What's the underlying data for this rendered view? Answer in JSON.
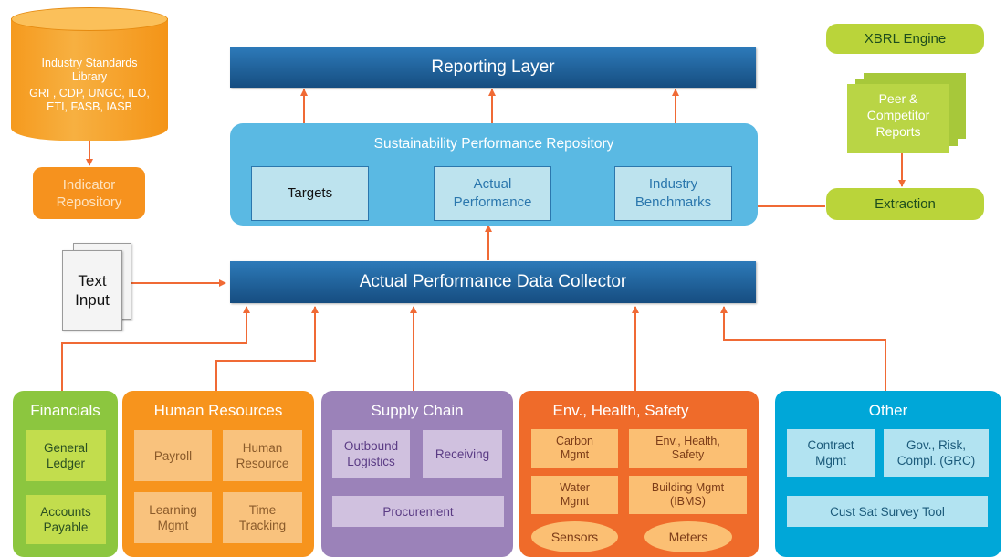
{
  "library": {
    "title": "Industry Standards Library",
    "standards": "GRI , CDP, UNGC, ILO, ETI, FASB, IASB"
  },
  "indicator_repository": "Indicator Repository",
  "reporting_layer": "Reporting Layer",
  "repository": {
    "title": "Sustainability Performance Repository",
    "targets": "Targets",
    "actual": "Actual Performance",
    "benchmarks": "Industry Benchmarks"
  },
  "xbrl_engine": "XBRL Engine",
  "peer_reports": "Peer & Competitor Reports",
  "extraction": "Extraction",
  "text_input": "Text Input",
  "collector": "Actual Performance Data Collector",
  "groups": {
    "financials": {
      "title": "Financials",
      "items": [
        "General Ledger",
        "Accounts Payable"
      ]
    },
    "hr": {
      "title": "Human Resources",
      "items": [
        "Payroll",
        "Human Resource",
        "Learning Mgmt",
        "Time Tracking"
      ]
    },
    "supply": {
      "title": "Supply Chain",
      "items": [
        "Outbound Logistics",
        "Receiving",
        "Procurement"
      ]
    },
    "ehs": {
      "title": "Env., Health, Safety",
      "items": [
        "Carbon Mgmt",
        "Env., Health, Safety",
        "Water Mgmt",
        "Building Mgmt (IBMS)",
        "Sensors",
        "Meters"
      ]
    },
    "other": {
      "title": "Other",
      "items": [
        "Contract Mgmt",
        "Gov., Risk, Compl. (GRC)",
        "Cust Sat Survey Tool"
      ]
    }
  },
  "colors": {
    "navy": "#1f5f99",
    "repository": "#5ab9e3",
    "arrow": "#f06a35",
    "financials": "#8cc63f",
    "hr": "#f7941d",
    "supply": "#9b82b9",
    "ehs": "#ef6b2a",
    "other": "#00a7d8"
  }
}
